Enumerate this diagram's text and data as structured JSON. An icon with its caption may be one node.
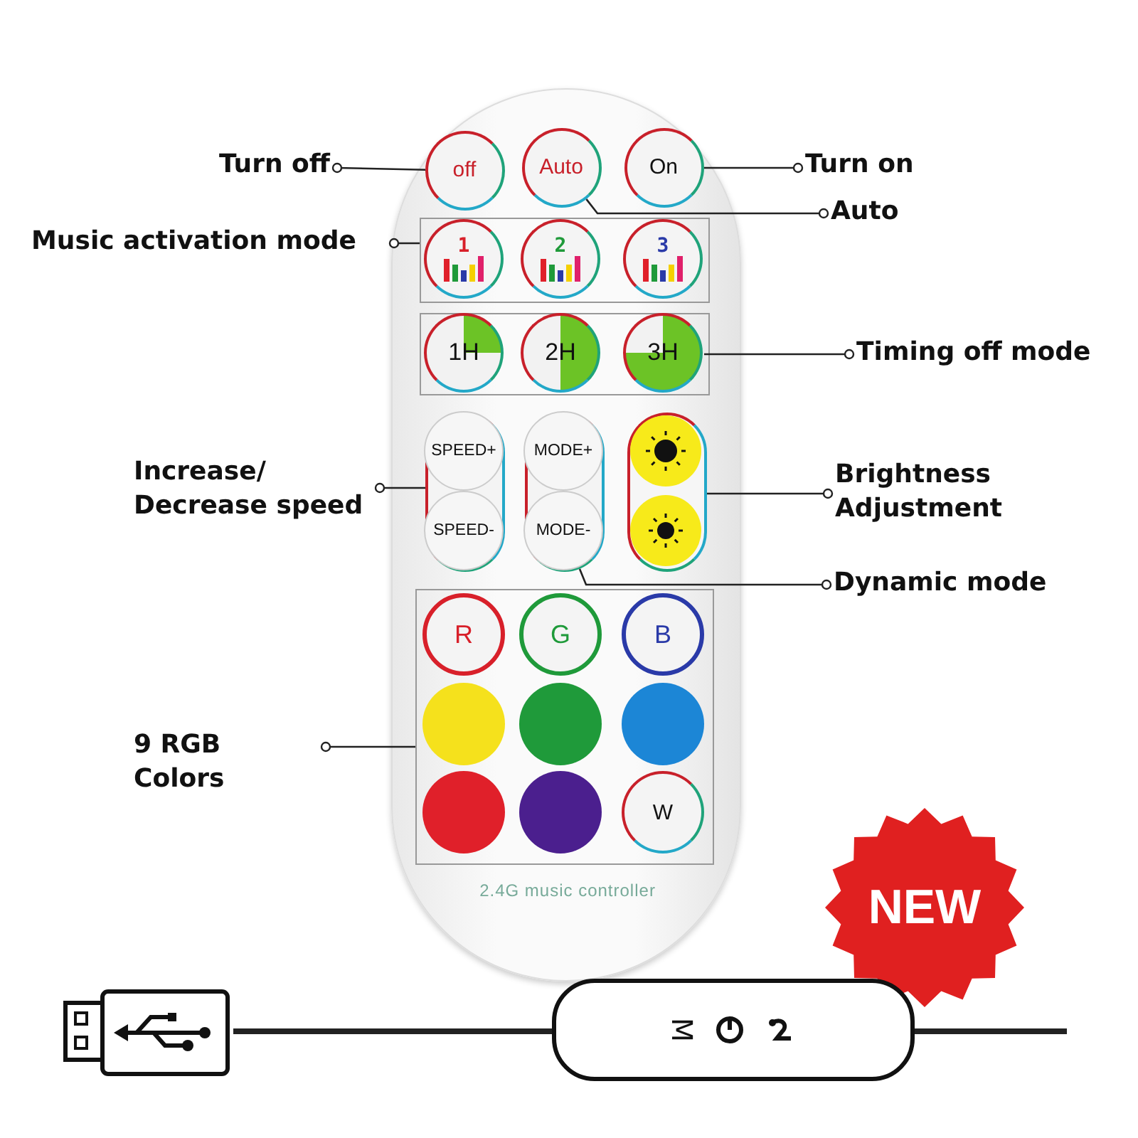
{
  "diagram": {
    "nodes": [
      {
        "text": [
          "2.4G music controller"
        ]
      },
      {
        "text": [
          "off"
        ],
        "in": 0
      },
      {
        "text": [
          "Auto"
        ],
        "in": 0
      },
      {
        "text": [
          "On"
        ],
        "in": 0
      },
      {
        "text": [],
        "shape": "box",
        "in": 0
      },
      {
        "text": [
          "1"
        ],
        "in": 4
      },
      {
        "text": [
          "2"
        ],
        "in": 4
      },
      {
        "text": [
          "3"
        ],
        "in": 4
      },
      {
        "text": [],
        "shape": "box",
        "in": 0
      },
      {
        "text": [
          "1H"
        ],
        "in": 8
      },
      {
        "text": [
          "2H"
        ],
        "in": 8
      },
      {
        "text": [
          "3H"
        ],
        "in": 8
      },
      {
        "text": [],
        "shape": "box",
        "in": 0
      },
      {
        "text": [
          "SPEED+"
        ],
        "in": 12
      },
      {
        "text": [
          "SPEED-"
        ],
        "in": 12
      },
      {
        "text": [],
        "shape": "box",
        "in": 0
      },
      {
        "text": [
          "MODE+"
        ],
        "in": 15
      },
      {
        "text": [
          "MODE-"
        ],
        "in": 15
      },
      {
        "text": [],
        "shape": "box",
        "in": 0
      },
      {
        "text": [],
        "shape": "circle",
        "in": 18
      },
      {
        "text": [],
        "shape": "circle",
        "in": 18
      },
      {
        "text": [],
        "shape": "box",
        "in": 0
      },
      {
        "text": [
          "R"
        ],
        "in": 21
      },
      {
        "text": [
          "G"
        ],
        "in": 21
      },
      {
        "text": [
          "B"
        ],
        "in": 21
      },
      {
        "text": [],
        "shape": "circle",
        "in": 21
      },
      {
        "text": [],
        "shape": "circle",
        "in": 21
      },
      {
        "text": [],
        "shape": "circle",
        "in": 21
      },
      {
        "text": [],
        "shape": "circle",
        "in": 21
      },
      {
        "text": [],
        "shape": "circle",
        "in": 21
      },
      {
        "text": [
          "W"
        ],
        "in": 21
      },
      {
        "text": [
          "Turn off"
        ]
      },
      {
        "text": [
          "Turn on"
        ]
      },
      {
        "text": [
          "Auto"
        ]
      },
      {
        "text": [
          "Music activation mode"
        ]
      },
      {
        "text": [
          "Timing off mode"
        ]
      },
      {
        "text": [
          "Increase/ Decrease speed"
        ]
      },
      {
        "text": [
          "Brightness Adjustment"
        ]
      },
      {
        "text": [
          "Dynamic mode"
        ]
      },
      {
        "text": [
          "9 RGB Colors"
        ]
      },
      {
        "text": [
          "NEW"
        ]
      },
      {
        "text": [],
        "shape": "picture"
      },
      {
        "text": [
          "M"
        ]
      }
    ],
    "edges": [
      {
        "from": 31,
        "to": 1,
        "arrow": "other"
      },
      {
        "from": 32,
        "to": 3,
        "arrow": "other"
      },
      {
        "from": 33,
        "to": 2,
        "arrow": "other"
      },
      {
        "from": 34,
        "to": 4,
        "arrow": "other"
      },
      {
        "from": 35,
        "to": 11,
        "arrow": "other"
      },
      {
        "from": 36,
        "to": 12,
        "arrow": "other"
      },
      {
        "from": 37,
        "to": 18,
        "arrow": "other"
      },
      {
        "from": 38,
        "to": 17,
        "arrow": "other"
      },
      {
        "from": 39,
        "to": 21,
        "arrow": "other"
      },
      {
        "from": 41,
        "to": 42,
        "arrow": "none",
        "style": "thick"
      },
      {
        "from": 42,
        "to": null,
        "arrow": "none",
        "style": "thick"
      }
    ]
  }
}
